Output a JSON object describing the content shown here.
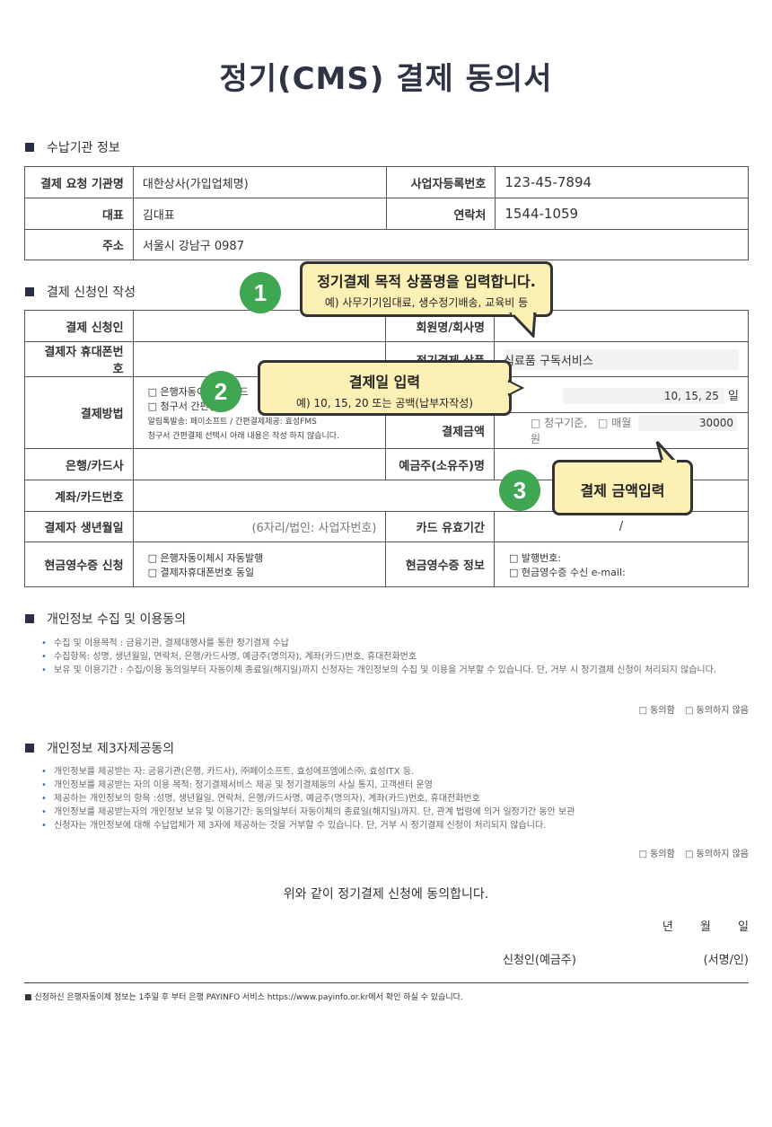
{
  "title": "정기(CMS) 결제 동의서",
  "section1": {
    "heading": "수납기관 정보",
    "rows": [
      {
        "label1": "결제 요청 기관명",
        "value1": "대한상사(가입업체명)",
        "label2": "사업자등록번호",
        "value2": "123-45-7894"
      },
      {
        "label1": "대표",
        "value1": "김대표",
        "label2": "연락처",
        "value2": "1544-1059"
      },
      {
        "label1": "주소",
        "value1": "서울시 강남구 0987"
      }
    ]
  },
  "section2": {
    "heading": "결제 신청인 작성",
    "applicant_label": "결제 신청인",
    "member_label": "회원명/회사명",
    "phone_label": "결제자 휴대폰번호",
    "product_label": "정기결제 상품",
    "product_value": "식료품 구독서비스",
    "method_label": "결제방법",
    "method_opt1": "□ 은행자동이체 □ 카드",
    "method_opt2": "□ 청구서 간편결제",
    "method_note1": "알림톡발송: 페이소프트 / 간편결제제공: 효성FMS",
    "method_note2": "청구서 간편결제 선택시 아래 내용은 작성 하지 않습니다.",
    "payday_value": "10, 15, 25",
    "payday_unit": "일",
    "amount_label": "결제금액",
    "amount_opt1": "□ 청구기준,",
    "amount_opt2": "□ 매월",
    "amount_value": "30000",
    "amount_unit": "원",
    "bank_label": "은행/카드사",
    "holder_label": "예금주(소유주)명",
    "account_label": "계좌/카드번호",
    "birth_label": "결제자 생년월일",
    "birth_hint": "(6자리/법인: 사업자번호)",
    "expiry_label": "카드 유효기간",
    "expiry_value": "/",
    "receipt_label": "현금영수증 신청",
    "receipt_opt1": "□ 은행자동이체시 자동발행",
    "receipt_opt2": "□ 결제자휴대폰번호 동일",
    "receipt_info_label": "현금영수증 정보",
    "receipt_info1": "□ 발행번호:",
    "receipt_info2": "□ 현금영수증 수신 e-mail:"
  },
  "callouts": {
    "c1_number": "1",
    "c1_main": "정기결제 목적 상품명을 입력합니다.",
    "c1_sub": "예) 사무기기임대료,  생수정기배송, 교육비 등",
    "c2_number": "2",
    "c2_main": "결제일 입력",
    "c2_sub": "예) 10, 15, 20 또는 공백(납부자작성)",
    "c3_number": "3",
    "c3_main": "결제 금액입력"
  },
  "section3": {
    "heading": "개인정보 수집 및 이용동의",
    "items": [
      "수집 및 이용목적 : 금융기관, 결제대행사를 통한 정기결제 수납",
      "수집항목: 성명, 생년월일, 연락처, 은행/카드사명, 예금주(명의자), 계좌(카드)번호, 휴대전화번호",
      "보유 및 이용기간 : 수집/이용 동의일부터 자동이체 종료일(해지일)까지 신청자는 개인정보의 수집 및 이용을 거부할 수 있습니다. 단, 거부 시 정기결제 신청이 처리되지 않습니다."
    ],
    "agree": "□ 동의함",
    "disagree": "□ 동의하지 않음"
  },
  "section4": {
    "heading": "개인정보 제3자제공동의",
    "items": [
      "개인정보를 제공받는 자: 금융기관(은행, 카드사), ㈜페이소프트, 효성에프엠에스㈜, 효성ITX 등.",
      "개인정보를 제공받는 자의 이용 목적: 정기결제서비스 제공 및 정기결제동의 사실 통지, 고객센터 운영",
      "제공하는 개인정보의 항목 :성명, 생년월일, 연락처, 은행/카드사명, 예금주(명의자), 계좌(카드)번호, 휴대전화번호",
      "개인정보를 제공받는자의 개인정보 보유 및 이용기간: 동의일부터 자동이체의 종료일(해지일)까지. 단, 관계 법령에 의거 일정기간 동안 보관",
      "신청자는 개인정보에 대해 수납업체가 제 3자에 제공하는 것을 거부할 수 있습니다. 단, 거부 시 정기결제 신청이 처리되지 않습니다."
    ],
    "agree": "□ 동의함",
    "disagree": "□ 동의하지 않음"
  },
  "confirm": "위와 같이 정기결제 신청에 동의합니다.",
  "date_line": "년 월 일",
  "signer": "신청인(예금주)",
  "seal": "(서명/인)",
  "footer": "■ 신청하신 은행자동이체 정보는 1주일 후 부터 은행 PAYINFO 서비스 https://www.payinfo.or.kr에서 확인 하실 수 있습니다."
}
